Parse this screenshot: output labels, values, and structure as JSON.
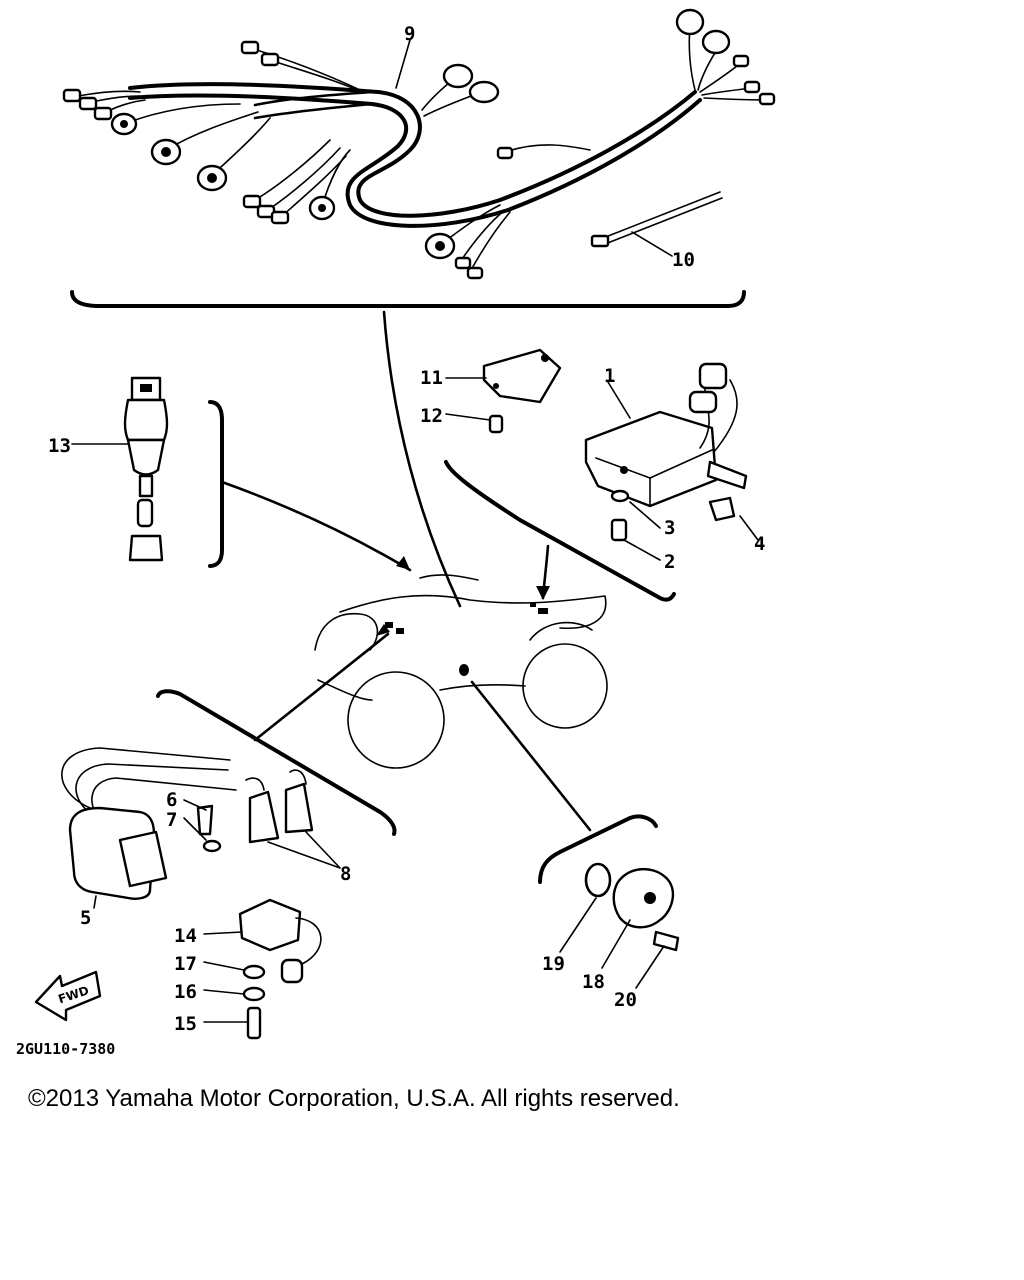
{
  "diagram": {
    "part_numbers": [
      "1",
      "2",
      "3",
      "4",
      "5",
      "6",
      "7",
      "8",
      "9",
      "10",
      "11",
      "12",
      "13",
      "14",
      "15",
      "16",
      "17",
      "18",
      "19",
      "20"
    ],
    "drawing_code": "2GU110-7380",
    "fwd_label": "FWD"
  },
  "footer": {
    "copyright": "©2013 Yamaha Motor Corporation, U.S.A. All rights reserved."
  }
}
